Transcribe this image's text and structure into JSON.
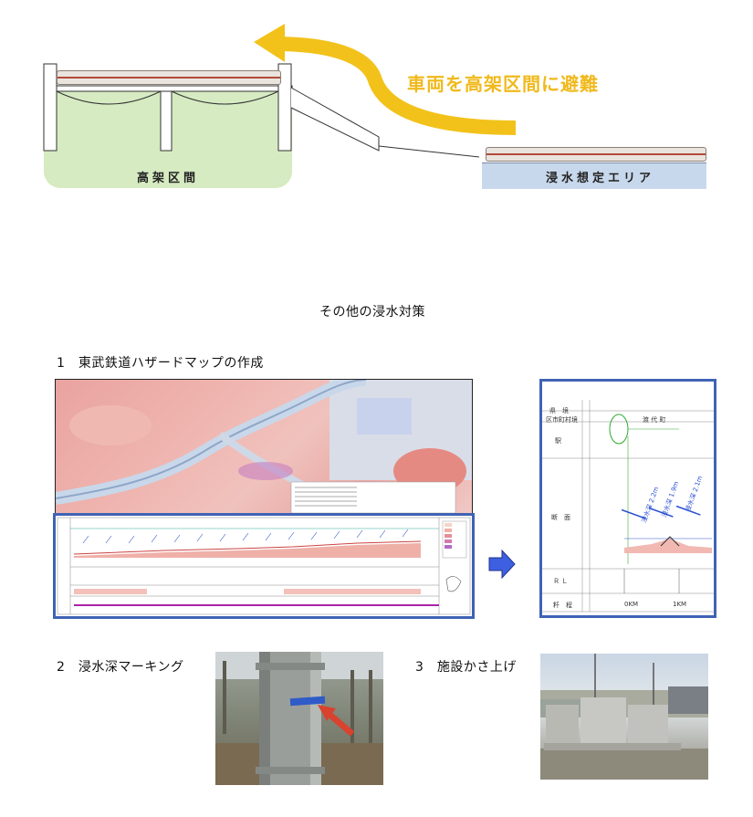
{
  "diagram": {
    "evacuation_caption": "車両を高架区間に避難",
    "elevated_label": "高架区間",
    "flood_area_label": "浸水想定エリア",
    "colors": {
      "arrow": "#f2c21b",
      "green_area": "#d6ebc2",
      "flood_area": "#c8d8ec",
      "caption": "#f0b91c"
    }
  },
  "section_title": "その他の浸水対策",
  "item1": {
    "label": "1　東武鉄道ハザードマップの作成",
    "section_rows": [
      "県　境",
      "区市町村境",
      "駅",
      "断　面",
      "Ｒ Ｌ",
      "粁　程"
    ],
    "section_header_value": "渡 代 町",
    "km_labels": [
      "0KM",
      "1KM"
    ],
    "depth_labels": [
      "浸水深 2.2m",
      "浸水深 1.9m",
      "浸水深 2.1m"
    ]
  },
  "item2": {
    "label": "2　浸水深マーキング"
  },
  "item3": {
    "label": "3　施設かさ上げ"
  }
}
